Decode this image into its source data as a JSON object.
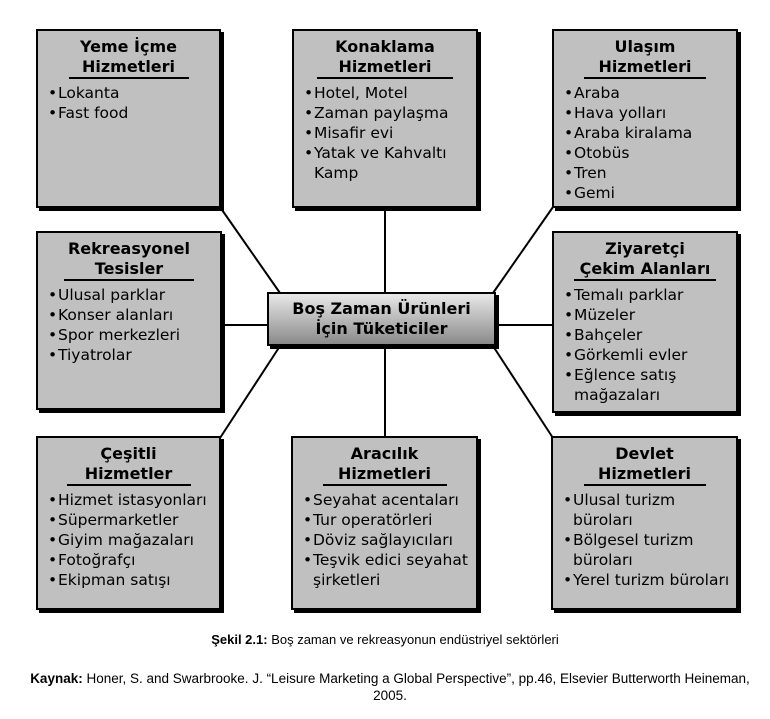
{
  "center": {
    "line1": "Boş Zaman Ürünleri",
    "line2": "İçin Tüketiciler"
  },
  "boxes": [
    {
      "title": [
        "Yeme İçme",
        "Hizmetleri"
      ],
      "items": [
        "Lokanta",
        "Fast food"
      ]
    },
    {
      "title": [
        "Konaklama",
        "Hizmetleri"
      ],
      "items": [
        "Hotel, Motel",
        "Zaman paylaşma",
        "Misafir evi",
        "Yatak ve Kahvaltı Kamp"
      ]
    },
    {
      "title": [
        "Ulaşım",
        "Hizmetleri"
      ],
      "items": [
        "Araba",
        "Hava yolları",
        "Araba kiralama",
        "Otobüs",
        "Tren",
        "Gemi"
      ]
    },
    {
      "title": [
        "Rekreasyonel",
        "Tesisler"
      ],
      "items": [
        "Ulusal parklar",
        "Konser alanları",
        "Spor merkezleri",
        "Tiyatrolar"
      ]
    },
    {
      "title": [
        "Ziyaretçi",
        "Çekim Alanları"
      ],
      "items": [
        "Temalı parklar",
        "Müzeler",
        "Bahçeler",
        "Görkemli evler",
        "Eğlence satış mağazaları"
      ]
    },
    {
      "title": [
        "Çeşitli",
        "Hizmetler"
      ],
      "items": [
        "Hizmet istasyonları",
        "Süpermarketler",
        "Giyim mağazaları",
        "Fotoğrafçı",
        "Ekipman satışı"
      ]
    },
    {
      "title": [
        "Aracılık",
        "Hizmetleri"
      ],
      "items": [
        "Seyahat acentaları",
        "Tur operatörleri",
        "Döviz sağlayıcıları",
        "Teşvik edici seyahat şirketleri"
      ]
    },
    {
      "title": [
        "Devlet",
        "Hizmetleri"
      ],
      "items": [
        "Ulusal turizm büroları",
        "Bölgesel turizm büroları",
        "Yerel turizm büroları"
      ]
    }
  ],
  "caption": {
    "label": "Şekil 2.1:",
    "text": " Boş zaman ve rekreasyonun endüstriyel sektörleri"
  },
  "source": {
    "label": "Kaynak:",
    "text": " Honer, S. and Swarbrooke. J. “Leisure Marketing a Global Perspective”, pp.46, Elsevier Butterworth Heineman, 2005."
  }
}
